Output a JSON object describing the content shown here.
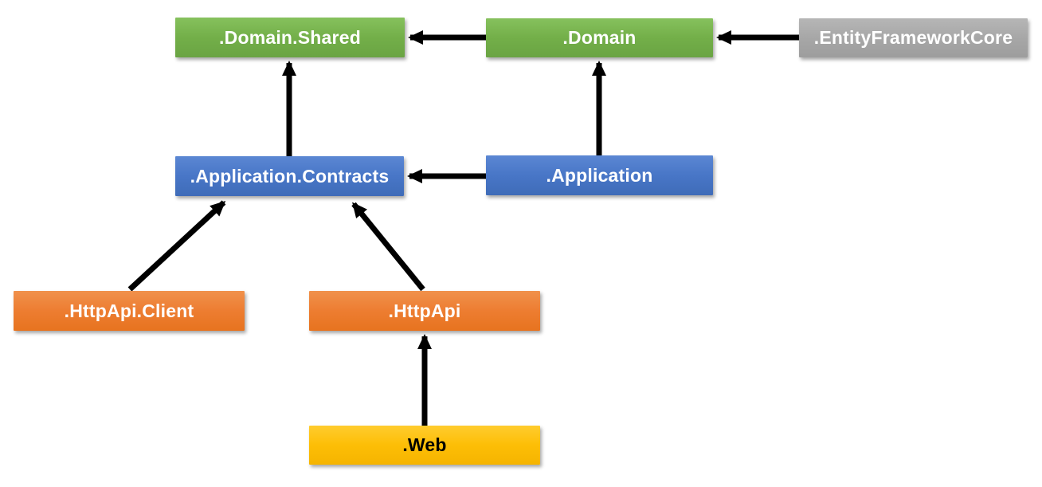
{
  "diagram": {
    "type": "dependency-diagram",
    "background_color": "#FFFFFF",
    "arrow_color": "#000000",
    "nodes": {
      "domain_shared": {
        "label": ".Domain.Shared",
        "color": "#70AD47",
        "text_color": "#FFFFFF"
      },
      "domain": {
        "label": ".Domain",
        "color": "#70AD47",
        "text_color": "#FFFFFF"
      },
      "entity_framework_core": {
        "label": ".EntityFrameworkCore",
        "color": "#A5A5A5",
        "text_color": "#FFFFFF"
      },
      "application_contracts": {
        "label": ".Application.Contracts",
        "color": "#4472C4",
        "text_color": "#FFFFFF"
      },
      "application": {
        "label": ".Application",
        "color": "#4472C4",
        "text_color": "#FFFFFF"
      },
      "httpapi_client": {
        "label": ".HttpApi.Client",
        "color": "#ED7D31",
        "text_color": "#FFFFFF"
      },
      "httpapi": {
        "label": ".HttpApi",
        "color": "#ED7D31",
        "text_color": "#FFFFFF"
      },
      "web": {
        "label": ".Web",
        "color": "#FFC000",
        "text_color": "#000000"
      }
    },
    "edges": [
      {
        "from": ".Domain",
        "to": ".Domain.Shared"
      },
      {
        "from": ".EntityFrameworkCore",
        "to": ".Domain"
      },
      {
        "from": ".Application.Contracts",
        "to": ".Domain.Shared"
      },
      {
        "from": ".Application",
        "to": ".Domain"
      },
      {
        "from": ".Application",
        "to": ".Application.Contracts"
      },
      {
        "from": ".HttpApi.Client",
        "to": ".Application.Contracts"
      },
      {
        "from": ".HttpApi",
        "to": ".Application.Contracts"
      },
      {
        "from": ".Web",
        "to": ".HttpApi"
      }
    ]
  }
}
